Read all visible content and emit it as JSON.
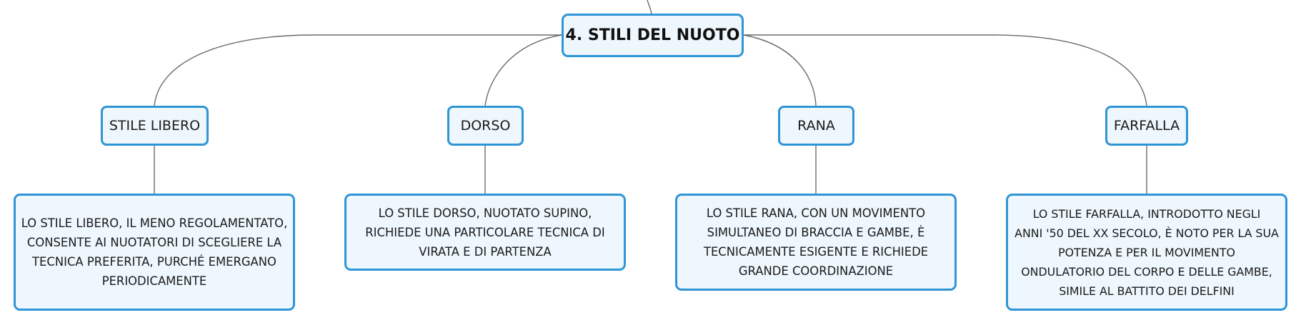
{
  "root": {
    "title": "4. STILI DEL NUOTO"
  },
  "branches": [
    {
      "label": "STILE LIBERO",
      "description_lines": [
        "LO STILE LIBERO, IL MENO REGOLAMENTATO,",
        "CONSENTE AI NUOTATORI DI SCEGLIERE LA",
        "TECNICA PREFERITA, PURCHÉ EMERGANO",
        "PERIODICAMENTE"
      ]
    },
    {
      "label": "DORSO",
      "description_lines": [
        "LO STILE DORSO, NUOTATO SUPINO,",
        "RICHIEDE UNA PARTICOLARE TECNICA DI",
        "VIRATA E DI PARTENZA"
      ]
    },
    {
      "label": "RANA",
      "description_lines": [
        "LO STILE RANA, CON UN MOVIMENTO",
        "SIMULTANEO DI BRACCIA E GAMBE, È",
        "TECNICAMENTE ESIGENTE E RICHIEDE",
        "GRANDE COORDINAZIONE"
      ]
    },
    {
      "label": "FARFALLA",
      "description_lines": [
        "LO STILE FARFALLA, INTRODOTTO NEGLI",
        "ANNI '50 DEL XX SECOLO, È NOTO PER LA SUA",
        "POTENZA E PER IL MOVIMENTO",
        "ONDULATORIO DEL CORPO E DELLE GAMBE,",
        "SIMILE AL BATTITO DEI DELFINI"
      ]
    }
  ]
}
